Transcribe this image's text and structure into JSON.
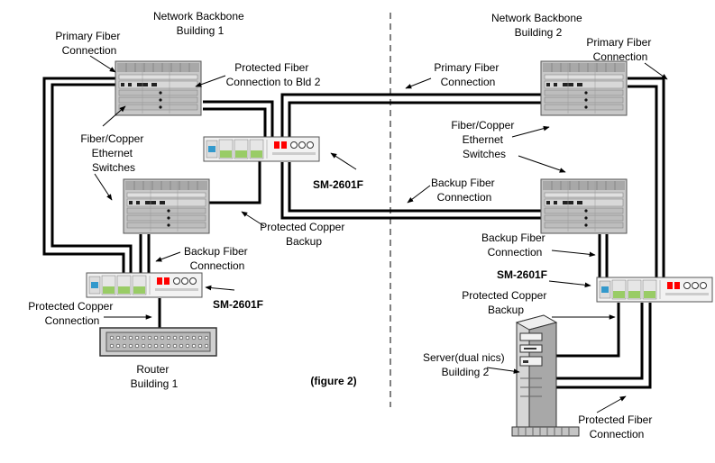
{
  "labels": {
    "backbone1_l1": "Network Backbone",
    "backbone1_l2": "Building 1",
    "primary1_l1": "Primary Fiber",
    "primary1_l2": "Connection",
    "protfiber_bld2_l1": "Protected Fiber",
    "protfiber_bld2_l2": "Connection to Bld 2",
    "switches1_l1": "Fiber/Copper",
    "switches1_l2": "Ethernet",
    "switches1_l3": "Switches",
    "sm_center": "SM-2601F",
    "protcopper_backup_l1": "Protected Copper",
    "protcopper_backup_l2": "Backup",
    "backup1_l1": "Backup Fiber",
    "backup1_l2": "Connection",
    "sm_left": "SM-2601F",
    "protcopper_conn_l1": "Protected Copper",
    "protcopper_conn_l2": "Connection",
    "router_l1": "Router",
    "router_l2": "Building 1",
    "figure": "(figure 2)",
    "backbone2_l1": "Network Backbone",
    "backbone2_l2": "Building 2",
    "primary_mid_l1": "Primary Fiber",
    "primary_mid_l2": "Connection",
    "primary2_l1": "Primary Fiber",
    "primary2_l2": "Connection",
    "switches2_l1": "Fiber/Copper",
    "switches2_l2": "Ethernet",
    "switches2_l3": "Switches",
    "backup_mid_l1": "Backup Fiber",
    "backup_mid_l2": "Connection",
    "backup2_l1": "Backup Fiber",
    "backup2_l2": "Connection",
    "sm_right": "SM-2601F",
    "protcopper2_l1": "Protected Copper",
    "protcopper2_l2": "Backup",
    "server_l1": "Server(dual nics)",
    "server_l2": "Building 2",
    "protfiber2_l1": "Protected Fiber",
    "protfiber2_l2": "Connection"
  },
  "colors": {
    "line": "#000000",
    "chassis": "#c0c0c0",
    "module_green": "#99cc66",
    "port_blue": "#3399cc",
    "led_red": "#ff0000"
  },
  "icons": [
    "backbone-switch-icon",
    "media-converter-icon",
    "router-icon",
    "server-icon"
  ]
}
